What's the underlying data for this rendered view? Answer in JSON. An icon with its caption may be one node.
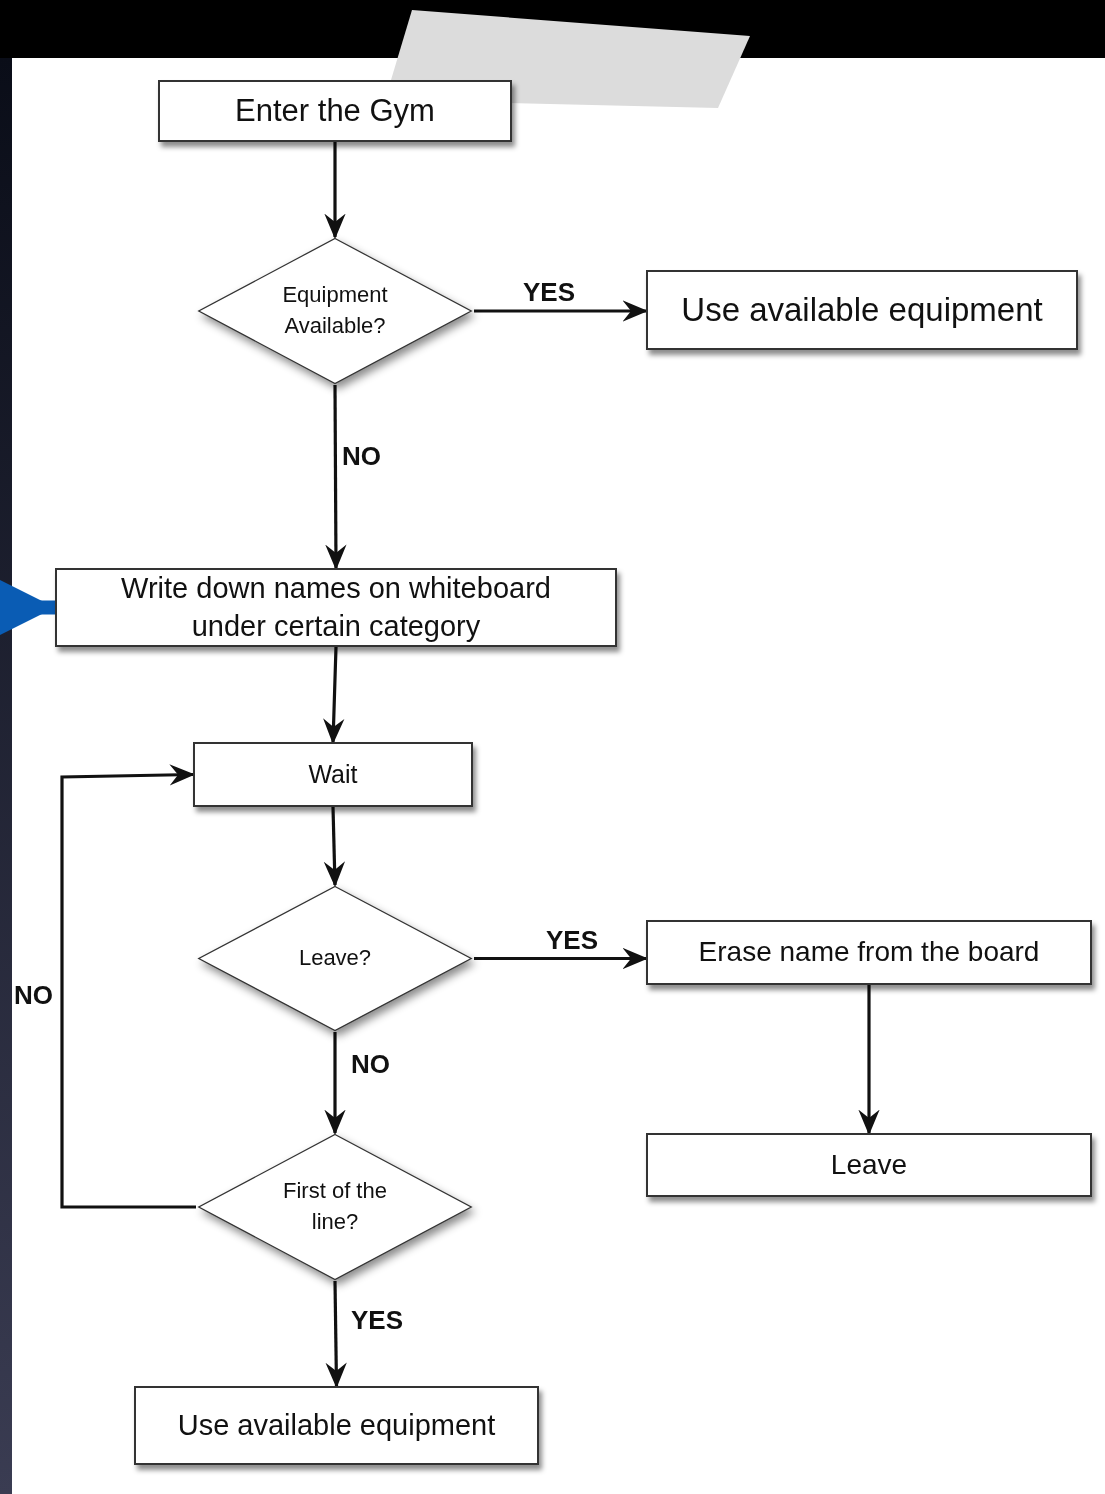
{
  "diagram": {
    "nodes": [
      {
        "text": [
          "Enter the Gym"
        ]
      },
      {
        "text": [
          "Equipment Available?"
        ]
      },
      {
        "text": [
          "Use available equipment"
        ]
      },
      {
        "text": [
          "Write down names on whiteboard under certain category"
        ]
      },
      {
        "text": [
          "Wait"
        ]
      },
      {
        "text": [
          "Leave?"
        ]
      },
      {
        "text": [
          "Erase name from the board"
        ]
      },
      {
        "text": [
          "Leave"
        ]
      },
      {
        "text": [
          "First of the line?"
        ]
      },
      {
        "text": [
          "Use available equipment"
        ]
      }
    ],
    "edges": [
      {
        "from": 0,
        "to": 1,
        "arrow": "to"
      },
      {
        "from": 1,
        "to": 2,
        "arrow": "to",
        "label": "YES"
      },
      {
        "from": 1,
        "to": 3,
        "arrow": "to",
        "label": "NO"
      },
      {
        "from": 3,
        "to": 4,
        "arrow": "to"
      },
      {
        "from": 4,
        "to": 5,
        "arrow": "to"
      },
      {
        "from": 5,
        "to": 6,
        "arrow": "to",
        "label": "YES"
      },
      {
        "from": 5,
        "to": 8,
        "arrow": "to",
        "label": "NO"
      },
      {
        "from": 8,
        "to": 4,
        "arrow": "to",
        "label": "NO"
      },
      {
        "from": 8,
        "to": 9,
        "arrow": "to",
        "label": "YES"
      },
      {
        "from": 6,
        "to": 7,
        "arrow": "to"
      },
      {
        "from": null,
        "to": 3,
        "arrow": "to",
        "style": "thick",
        "color": "#0a5cb4"
      }
    ]
  }
}
